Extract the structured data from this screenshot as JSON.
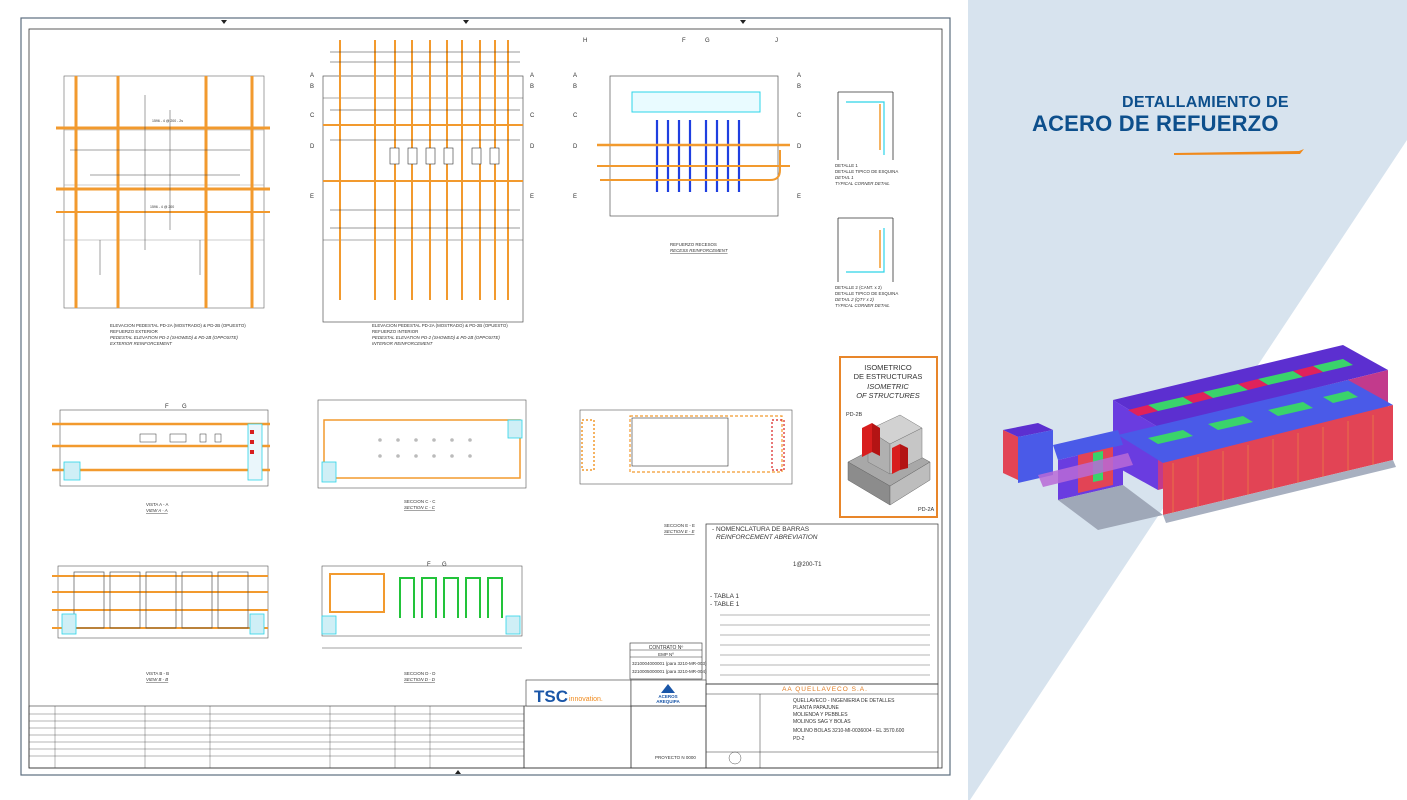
{
  "promo": {
    "subtitle": "DETALLAMIENTO DE",
    "title": "ACERO DE REFUERZO",
    "accent_color": "#f08a1c",
    "title_color": "#0d4f8c"
  },
  "drawing": {
    "views": {
      "elev_ext": "ELEVACION PEDESTAL PD-2A (MOSTRADO) & PD-2B (OPUESTO)",
      "elev_ext_2": "REFUERZO EXTERIOR",
      "elev_ext_3": "PEDESTAL ELEVATION PD-2 (SHOWED) & PD-2B (OPPOSITE)",
      "elev_ext_4": "EXTERIOR REINFORCEMENT",
      "elev_int": "ELEVACION PEDESTAL PD-2A (MOSTRADO) & PD-2B (OPUESTO)",
      "elev_int_2": "REFUERZO INTERIOR",
      "elev_int_3": "PEDESTAL ELEVATION PD-2 (SHOWED) & PD-2B (OPPOSITE)",
      "elev_int_4": "INTERIOR REINFORCEMENT",
      "recess_1": "REFUERZO RECESOS",
      "recess_2": "RECESS REINFORCEMENT",
      "detail1_1": "DETALLE 1",
      "detail1_2": "DETALLE TIPICO DE ESQUINA",
      "detail1_3": "DETAIL 1",
      "detail1_4": "TYPICAL CORNER DETAIL",
      "detail2_1": "DETALLE 2 (CANT. x 2)",
      "detail2_2": "DETALLE TIPICO DE ESQUINA",
      "detail2_3": "DETAIL 2 (QTY x 2)",
      "detail2_4": "TYPICAL CORNER DETAIL",
      "view_aa_1": "VISTA A - A",
      "view_aa_2": "VIEW A - A",
      "sec_cc_1": "SECCION C - C",
      "sec_cc_2": "SECTION C - C",
      "sec_ee_1": "SECCION E - E",
      "sec_ee_2": "SECTION E - E",
      "view_bb_1": "VISTA B - B",
      "view_bb_2": "VIEW B - B",
      "sec_dd_1": "SECCION D - D",
      "sec_dd_2": "SECTION D - D"
    },
    "iso": {
      "title_1": "ISOMETRICO",
      "title_2": "DE ESTRUCTURAS",
      "title_3": "ISOMETRIC",
      "title_4": "OF STRUCTURES",
      "label_a": "PD-2B",
      "label_b": "PD-2A"
    },
    "nomenclature": {
      "title_1": "- NOMENCLATURA DE BARRAS",
      "title_2": "REINFORCEMENT ABREVIATION",
      "table_1": "- TABLA 1",
      "table_2": "- TABLE 1"
    },
    "contract": {
      "header": "CONTRATO Nº",
      "sub": "EMP Nº",
      "line_1": "3210004000001 (para 3210-MR-003)",
      "line_2": "3210005000001 (para 3210-MR-004)"
    },
    "logos": {
      "tsc": "TSC",
      "tsc_sub": "innovation.",
      "aceros_1": "ACEROS",
      "aceros_2": "AREQUIPA"
    },
    "title_block": {
      "company": "AA QUELLAVECO S.A.",
      "line_1": "QUELLAVECO - INGENIERIA DE DETALLES",
      "line_2": "PLANTA PAPAJUNE",
      "line_3": "MOLIENDA Y PEBBLES",
      "line_4": "MOLINOS SAG Y BOLAS",
      "line_5": "MOLINO BOLAS 3210-MI-0036004 - EL 3570.600",
      "line_6": "PD-2",
      "project": "PROYECTO N 0000"
    }
  }
}
